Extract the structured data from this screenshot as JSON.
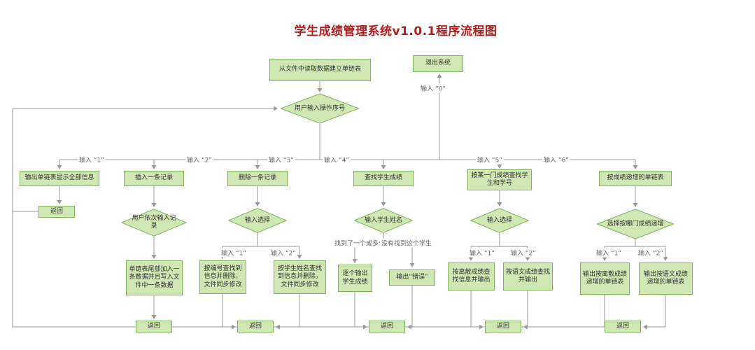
{
  "title": "学生成绩管理系统v1.0.1程序流程图",
  "colors": {
    "node_fill": "#cfe7b2",
    "node_border": "#7fb25b",
    "node_text": "#333333",
    "line": "#9a9a9a",
    "label_text": "#666666",
    "title": "#b11c1c"
  },
  "nodes": {
    "read_file": "从文件中读取数据建立单链表",
    "exit_system": "退出系统",
    "input_op": "用户输入操作序号",
    "branch1": {
      "output_all": "输出单链表显示全部信息",
      "return": "返回"
    },
    "branch2": {
      "insert": "插入一条记录",
      "input_record": "用户依次输入记录",
      "append": "单链表尾部加入一条数据并且写入文件中一条数据",
      "return": "返回"
    },
    "branch3": {
      "delete": "删除一条记录",
      "choose": "输入选择",
      "by_id": "按编号查找到信息并删除，文件同步修改",
      "by_name": "按学生姓名查找到信息并删除，文件同步修改",
      "return": "返回"
    },
    "branch4": {
      "search": "查找学生成绩",
      "input_name": "输入学生姓名",
      "output_each": "逐个输出学生成绩",
      "output_error": "输出“错误”",
      "return": "返回"
    },
    "branch5": {
      "search_course": "按某一门成绩查找学生和学号",
      "choose": "输入选择",
      "by_lisan": "按离散成绩查找信息并输出",
      "by_yuwen": "按语文成绩查找并输出",
      "return": "返回"
    },
    "branch6": {
      "sorted_list": "按成绩递增的单链表",
      "choose_course": "选择按哪门成绩递增",
      "by_lisan": "输出按离散成绩递增的单链表",
      "by_yuwen": "输出按语文成绩递增的单链表",
      "return": "返回"
    }
  },
  "edge_labels": {
    "input0": "输入 “0”",
    "input1": "输入 “1”",
    "input2": "输入 “2”",
    "input3": "输入 “3”",
    "input4": "输入 “4”",
    "input5": "输入 “5”",
    "input6": "输入 “6”",
    "branch3_input1": "输入 “1”",
    "branch3_input2": "输入 “2”",
    "branch4_found": "找到了一个或多个",
    "branch4_not_found": "没有找到这个学生",
    "branch5_input1": "输入 “1”",
    "branch5_input2": "输入 “2”",
    "branch6_input1": "输入 “1”",
    "branch6_input2": "输入 “2”"
  }
}
